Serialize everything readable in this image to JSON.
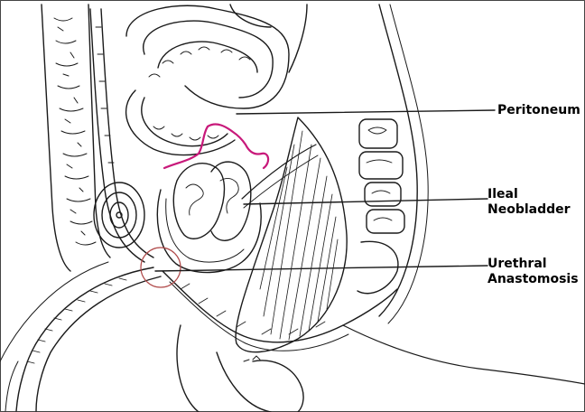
{
  "labels": {
    "peritoneum": "Peritoneum",
    "ileal_neobladder": [
      "Ileal",
      "Neobladder"
    ],
    "urethral_anastomosis": [
      "Urethral",
      "Anastomosis"
    ]
  },
  "colors": {
    "ink": "#1a1a1a",
    "peritoneum_outline": "#c8197a",
    "anastomosis_circle": "#b04a4a",
    "background": "#ffffff"
  }
}
